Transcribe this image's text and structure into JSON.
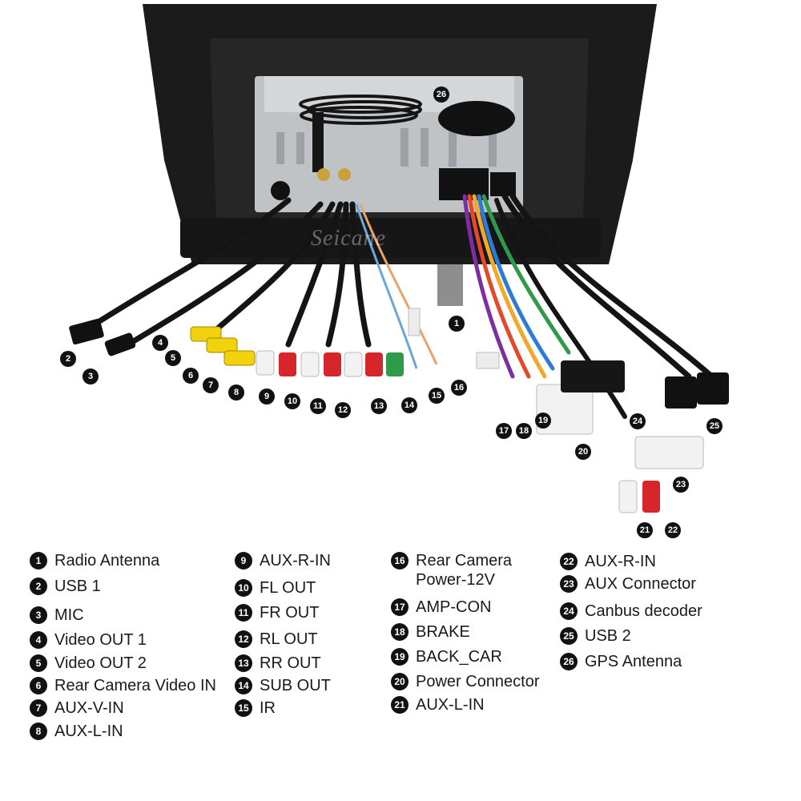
{
  "callouts": [
    {
      "num": "1",
      "text": "Radio Antenna"
    },
    {
      "num": "2",
      "text": "USB 1"
    },
    {
      "num": "3",
      "text": "MIC"
    },
    {
      "num": "4",
      "text": "Video OUT 1"
    },
    {
      "num": "5",
      "text": "Video OUT 2"
    },
    {
      "num": "6",
      "text": "Rear Camera Video IN"
    },
    {
      "num": "7",
      "text": "AUX-V-IN"
    },
    {
      "num": "8",
      "text": "AUX-L-IN"
    },
    {
      "num": "9",
      "text": "AUX-R-IN"
    },
    {
      "num": "10",
      "text": "FL OUT"
    },
    {
      "num": "11",
      "text": "FR OUT"
    },
    {
      "num": "12",
      "text": "RL OUT"
    },
    {
      "num": "13",
      "text": "RR OUT"
    },
    {
      "num": "14",
      "text": "SUB OUT"
    },
    {
      "num": "15",
      "text": "IR"
    },
    {
      "num": "16",
      "text": "Rear Camera\nPower-12V"
    },
    {
      "num": "17",
      "text": "AMP-CON"
    },
    {
      "num": "18",
      "text": "BRAKE"
    },
    {
      "num": "19",
      "text": "BACK_CAR"
    },
    {
      "num": "20",
      "text": "Power Connector"
    },
    {
      "num": "21",
      "text": "AUX-L-IN"
    },
    {
      "num": "22",
      "text": "AUX-R-IN"
    },
    {
      "num": "23",
      "text": "AUX Connector"
    },
    {
      "num": "24",
      "text": "Canbus decoder"
    },
    {
      "num": "25",
      "text": "USB 2"
    },
    {
      "num": "26",
      "text": "GPS Antenna"
    }
  ],
  "watermark": "Seicane",
  "colors": {
    "marker": "#111111",
    "bezel": "#1b1b1b",
    "chassis": "#bfc3c6",
    "rca_yellow": "#f2d20d",
    "rca_red": "#d7262b",
    "rca_white": "#f2f2f2",
    "rca_green": "#2f9a4a"
  }
}
